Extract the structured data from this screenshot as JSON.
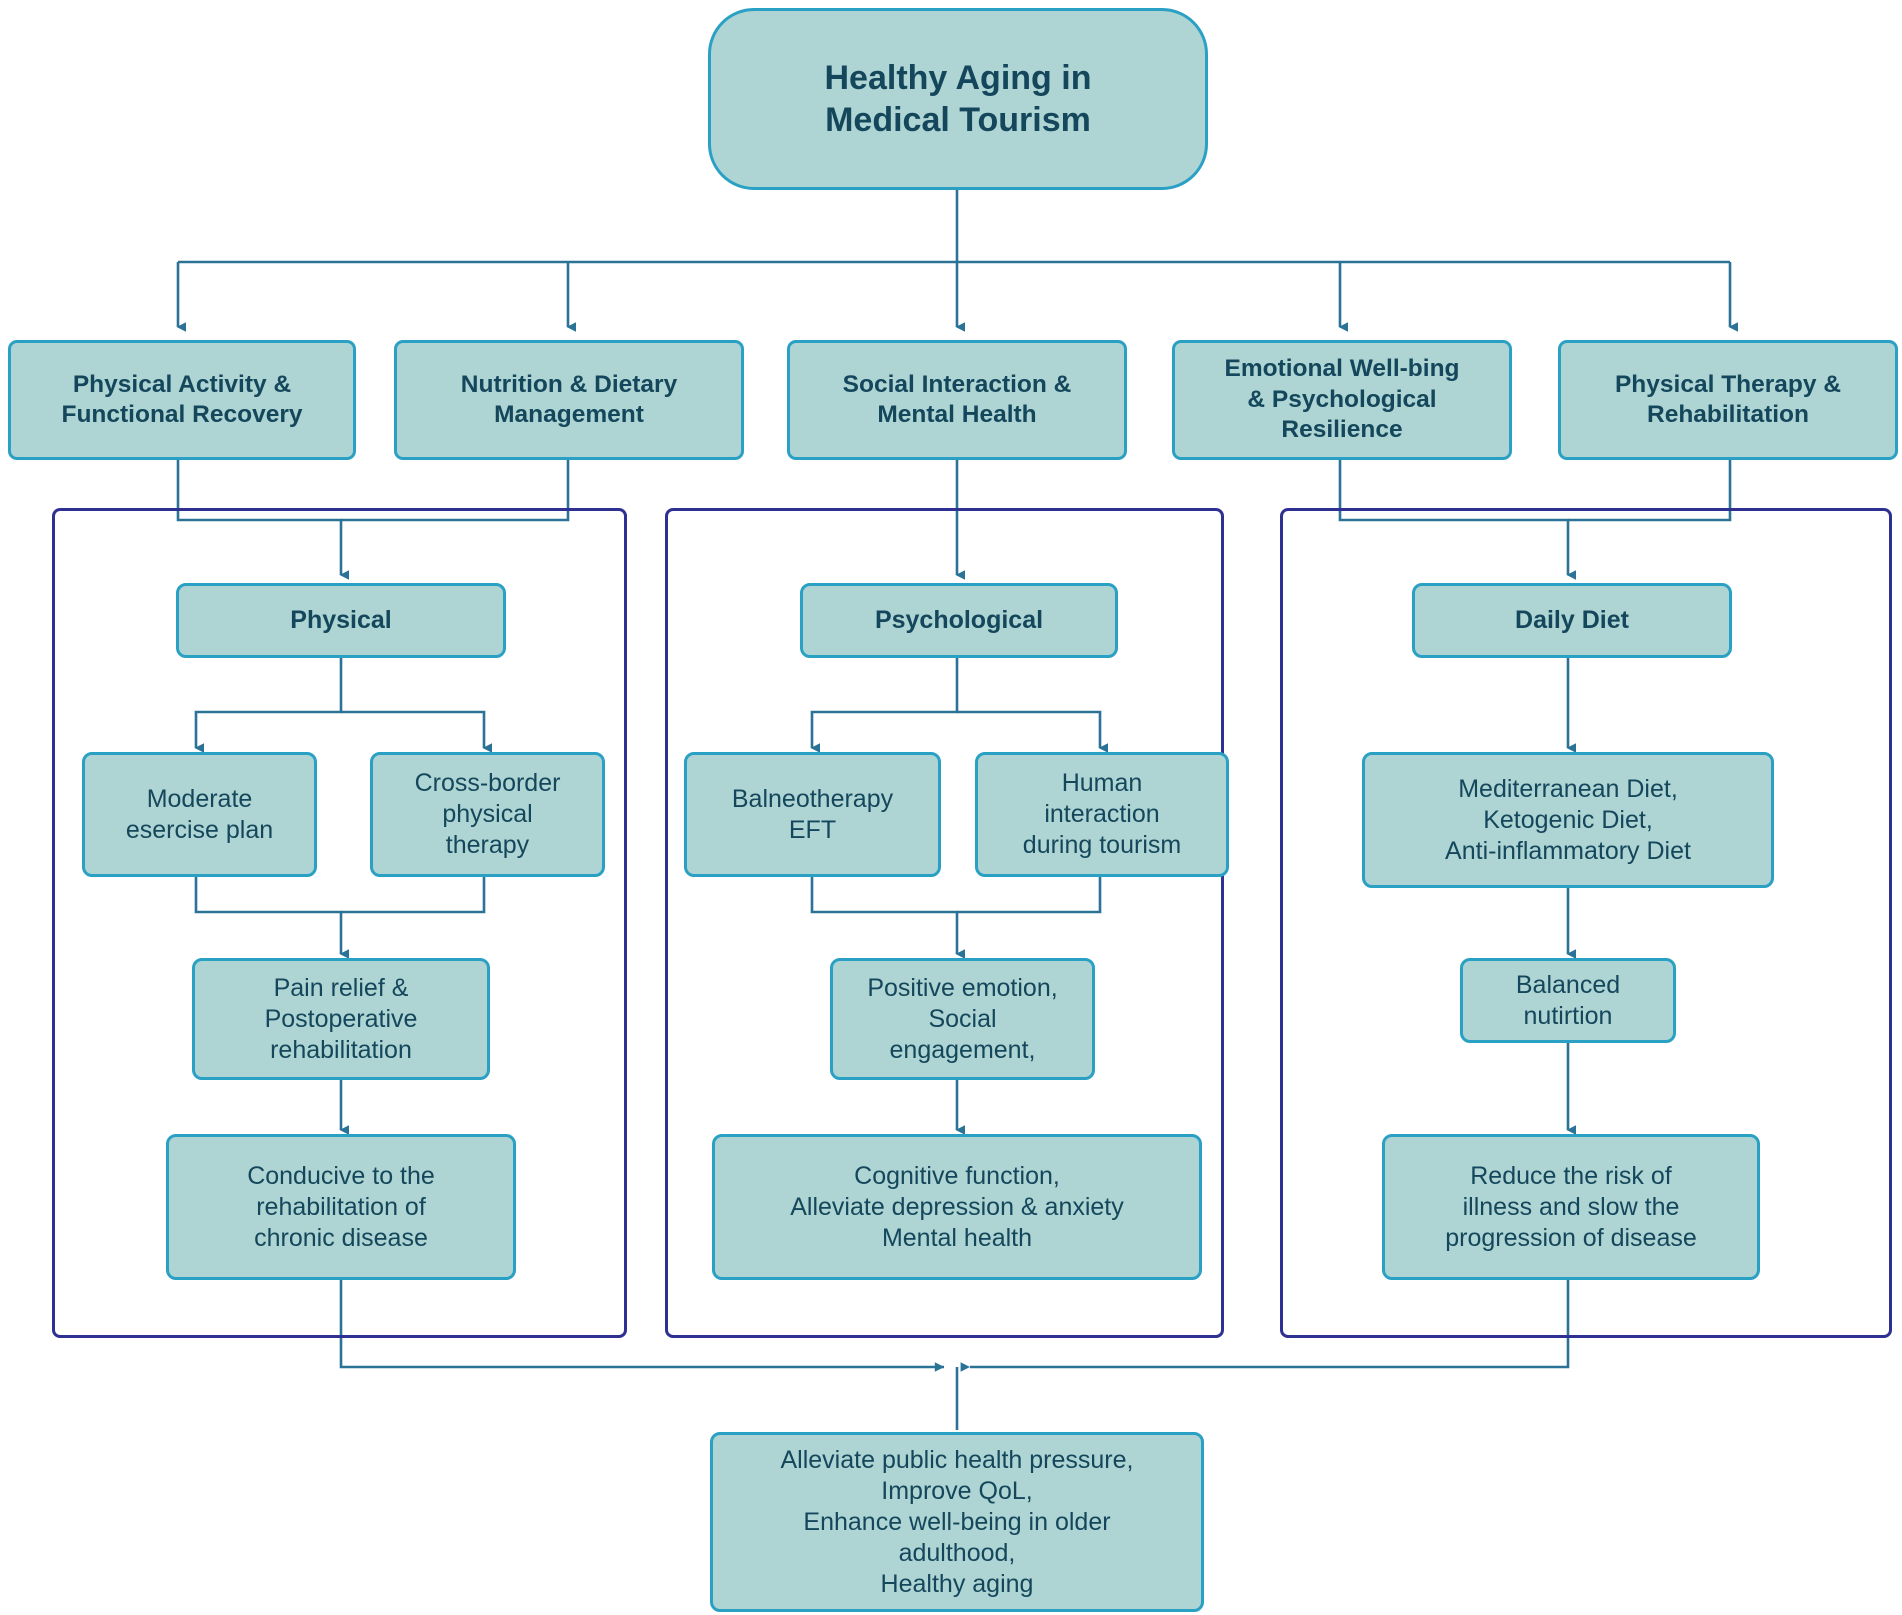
{
  "diagram": {
    "type": "flowchart",
    "title": "Healthy Aging in Medical Tourism",
    "colors": {
      "node_fill": "#aed4d3",
      "node_border": "#29a0c4",
      "text": "#14475c",
      "connector": "#2a7296",
      "group_border": "#2e3192",
      "background": "#ffffff"
    },
    "root": {
      "label": "Healthy Aging in\nMedical Tourism"
    },
    "domains": [
      {
        "id": "physical-activity",
        "label": "Physical Activity &\nFunctional Recovery"
      },
      {
        "id": "nutrition",
        "label": "Nutrition & Dietary\nManagement"
      },
      {
        "id": "social-interaction",
        "label": "Social Interaction &\nMental Health"
      },
      {
        "id": "emotional",
        "label": "Emotional Well-bing\n& Psychological\nResilience"
      },
      {
        "id": "physical-therapy",
        "label": "Physical Therapy &\nRehabilitation"
      }
    ],
    "columns": [
      {
        "id": "physical",
        "head": "Physical",
        "branches": [
          {
            "id": "moderate-exercise",
            "label": "Moderate\nesercise plan"
          },
          {
            "id": "cross-border-therapy",
            "label": "Cross-border\nphysical\ntherapy"
          }
        ],
        "merge": {
          "id": "pain-relief",
          "label": "Pain relief &\nPostoperative\nrehabilitation"
        },
        "outcome": {
          "id": "chronic-disease-rehab",
          "label": "Conducive to the\nrehabilitation of\nchronic disease"
        }
      },
      {
        "id": "psychological",
        "head": "Psychological",
        "branches": [
          {
            "id": "balneotherapy-eft",
            "label": "Balneotherapy\nEFT"
          },
          {
            "id": "human-interaction",
            "label": "Human\ninteraction\nduring tourism"
          }
        ],
        "merge": {
          "id": "positive-emotion",
          "label": "Positive emotion,\nSocial\nengagement,"
        },
        "outcome": {
          "id": "cognitive-function",
          "label": "Cognitive function,\nAlleviate depression & anxiety\nMental health"
        }
      },
      {
        "id": "daily-diet",
        "head": "Daily Diet",
        "branches": [
          {
            "id": "diet-types",
            "label": "Mediterranean Diet,\nKetogenic Diet,\nAnti-inflammatory Diet"
          }
        ],
        "merge": {
          "id": "balanced-nutrition",
          "label": "Balanced\nnutirtion"
        },
        "outcome": {
          "id": "reduce-risk",
          "label": "Reduce the risk of\nillness and slow the\nprogression of disease"
        }
      }
    ],
    "final": {
      "id": "final-outcome",
      "label": "Alleviate public health pressure,\nImprove QoL,\nEnhance well-being in older\nadulthood,\nHealthy aging"
    }
  }
}
